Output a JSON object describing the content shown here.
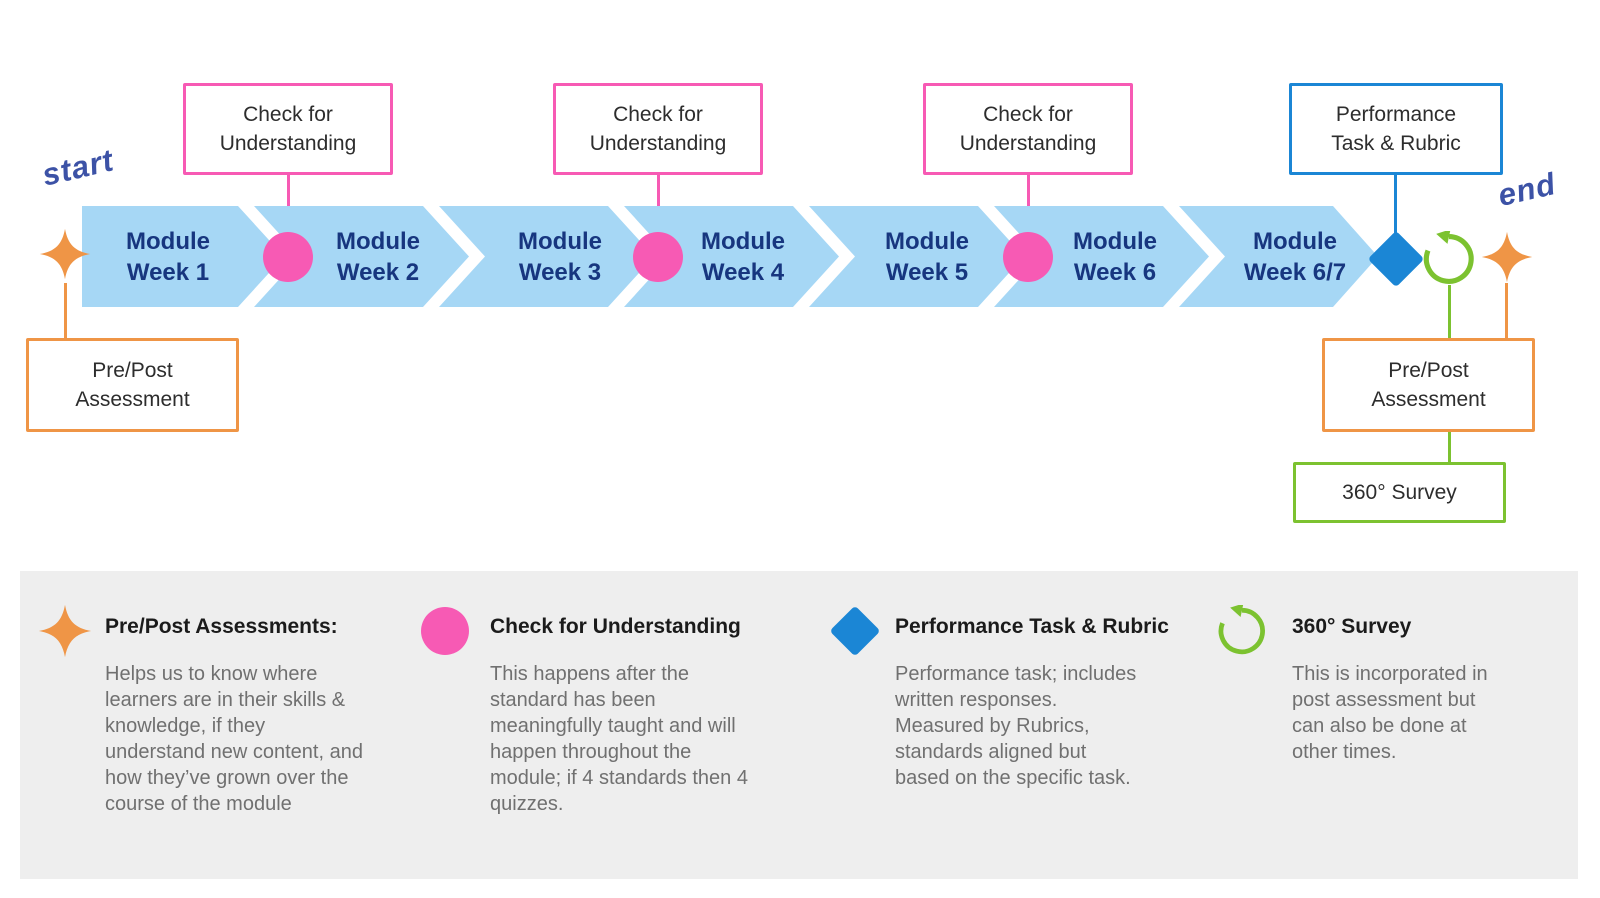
{
  "diagram": {
    "start_label": "start",
    "end_label": "end",
    "modules": [
      "Module\nWeek 1",
      "Module\nWeek 2",
      "Module\nWeek 3",
      "Module\nWeek 4",
      "Module\nWeek 5",
      "Module\nWeek 6",
      "Module\nWeek 6/7"
    ],
    "checkpoints": [
      "Check for\nUnderstanding",
      "Check for\nUnderstanding",
      "Check for\nUnderstanding"
    ],
    "performance_label": "Performance\nTask & Rubric",
    "prepost_left_label": "Pre/Post\nAssessment",
    "prepost_right_label": "Pre/Post\nAssessment",
    "survey_label": "360° Survey"
  },
  "legend": {
    "items": [
      {
        "icon": "star-icon",
        "title": "Pre/Post Assessments:",
        "body": "Helps us to know where\nlearners are in their skills &\nknowledge, if they\nunderstand new content, and\nhow they’ve grown over the\ncourse of the module"
      },
      {
        "icon": "circle-icon",
        "title": "Check for Understanding",
        "body": "This happens after the\nstandard has been\nmeaningfully taught and will\nhappen throughout the\nmodule; if 4 standards then 4\nquizzes."
      },
      {
        "icon": "diamond-icon",
        "title": "Performance Task & Rubric",
        "body": "Performance task; includes\nwritten responses.\nMeasured by Rubrics,\nstandards aligned but\nbased on the specific task."
      },
      {
        "icon": "refresh-icon",
        "title": "360° Survey",
        "body": "This is incorporated in\npost assessment but\ncan also be done at\nother times."
      }
    ]
  },
  "colors": {
    "chevron_blue": "#a6d7f5",
    "module_text": "#17367f",
    "pink": "#f75ab4",
    "orange": "#ef9546",
    "blue": "#1b86d5",
    "green": "#7cc230",
    "handwriting_blue": "#3c52a6",
    "legend_bg": "#eeeeee"
  }
}
